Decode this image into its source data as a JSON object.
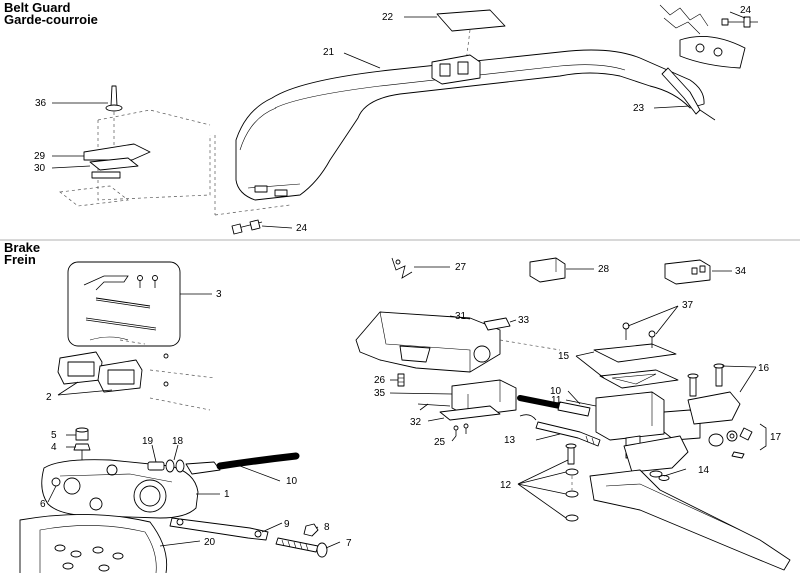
{
  "sections": [
    {
      "title_en": "Belt Guard",
      "title_fr": "Garde-courroie"
    },
    {
      "title_en": "Brake",
      "title_fr": "Frein"
    }
  ],
  "callouts": [
    {
      "id": "c22",
      "text": "22"
    },
    {
      "id": "c24a",
      "text": "24"
    },
    {
      "id": "c21",
      "text": "21"
    },
    {
      "id": "c36",
      "text": "36"
    },
    {
      "id": "c23",
      "text": "23"
    },
    {
      "id": "c29",
      "text": "29"
    },
    {
      "id": "c30",
      "text": "30"
    },
    {
      "id": "c24b",
      "text": "24"
    },
    {
      "id": "c27",
      "text": "27"
    },
    {
      "id": "c28",
      "text": "28"
    },
    {
      "id": "c34",
      "text": "34"
    },
    {
      "id": "c3",
      "text": "3"
    },
    {
      "id": "c31",
      "text": "31"
    },
    {
      "id": "c33",
      "text": "33"
    },
    {
      "id": "c37",
      "text": "37"
    },
    {
      "id": "c2",
      "text": "2"
    },
    {
      "id": "c15",
      "text": "15"
    },
    {
      "id": "c16",
      "text": "16"
    },
    {
      "id": "c26",
      "text": "26"
    },
    {
      "id": "c35",
      "text": "35"
    },
    {
      "id": "c10a",
      "text": "10"
    },
    {
      "id": "c11",
      "text": "11"
    },
    {
      "id": "c32",
      "text": "32"
    },
    {
      "id": "c25",
      "text": "25"
    },
    {
      "id": "c13",
      "text": "13"
    },
    {
      "id": "c17",
      "text": "17"
    },
    {
      "id": "c5",
      "text": "5"
    },
    {
      "id": "c4",
      "text": "4"
    },
    {
      "id": "c19",
      "text": "19"
    },
    {
      "id": "c18",
      "text": "18"
    },
    {
      "id": "c14",
      "text": "14"
    },
    {
      "id": "c10b",
      "text": "10"
    },
    {
      "id": "c6",
      "text": "6"
    },
    {
      "id": "c1",
      "text": "1"
    },
    {
      "id": "c12",
      "text": "12"
    },
    {
      "id": "c9",
      "text": "9"
    },
    {
      "id": "c8",
      "text": "8"
    },
    {
      "id": "c20",
      "text": "20"
    },
    {
      "id": "c7",
      "text": "7"
    }
  ]
}
